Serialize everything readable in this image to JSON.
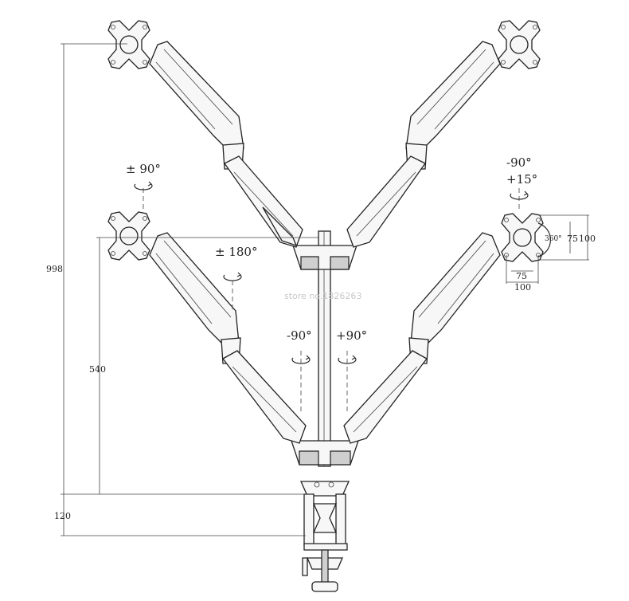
{
  "dimensions": {
    "total_height": "998",
    "lower_arm_height": "540",
    "clamp_height": "120",
    "vesa_75": "75",
    "vesa_100": "100",
    "vesa_h_75": "75",
    "vesa_h_100": "100",
    "vesa_rotation": "360°"
  },
  "angles": {
    "tilt_pm90": "± 90°",
    "tilt_minus90": "-90°",
    "tilt_plus15": "+15°",
    "swivel_pm180": "± 180°",
    "base_minus90": "-90°",
    "base_plus90": "+90°"
  },
  "watermark": "store no.1826263"
}
